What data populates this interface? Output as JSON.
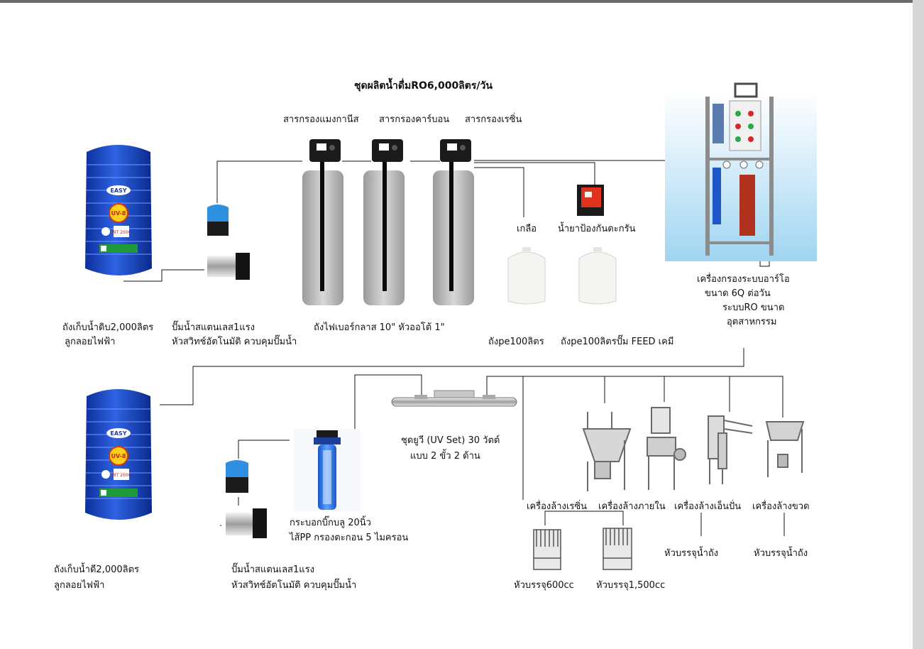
{
  "title": "ชุดผลิตน้ำดื่มRO6,000ลิตร/วัน",
  "filters": {
    "manganese": "สารกรองแมงกานีส",
    "carbon": "สารกรองคาร์บอน",
    "resin": "สารกรองเรซิ่น"
  },
  "raw_tank": {
    "line1": "ถังเก็บน้ำดิบ2,000ลิตร",
    "line2": "ลูกลอยไฟฟ้า",
    "brand": "EASY",
    "badge": "UV-8",
    "model": "WT 2000"
  },
  "pump1": {
    "line1": "ปั๊มน้ำสแตนเลส1แรง",
    "line2": "หัวสวิทช์อัตโนมัติ ควบคุมปั๊มน้ำ"
  },
  "fiber_tank": "ถังไฟเบอร์กลาส 10\" หัวออโต้ 1\"",
  "salt": "เกลือ",
  "antiscalant": "น้ำยาป้องกันตะกรัน",
  "pe_tank1": "ถังpe100ลิตร",
  "pe_tank2": "ถังpe100ลิตรปั๊ม FEED เคมี",
  "ro_unit": {
    "line1": "เครื่องกรองระบบอาร์โอ",
    "line2": "ขนาด 6Q ต่อวัน",
    "line3": "ระบบRO ขนาด",
    "line4": "อุตสาหกรรม"
  },
  "clean_tank": {
    "line1": "ถังเก็บน้ำดี2,000ลิตร",
    "line2": "ลูกลอยไฟฟ้า",
    "brand": "EASY",
    "badge": "UV-8",
    "model": "WT 2000"
  },
  "pump2": {
    "line1": "ปั๊มน้ำสแตนเลส1แรง",
    "line2": "หัวสวิทช์อัตโนมัติ ควบคุมปั๊มน้ำ"
  },
  "housing": {
    "line1": "กระบอกบิ๊กบลู 20นิ้ว",
    "line2": "ไส้PP กรองตะกอน 5 ไมครอน"
  },
  "uv": {
    "line1": "ชุดยูวี (UV Set) 30 วัตต์",
    "line2": "แบบ 2 ขั้ว 2 ด้าน"
  },
  "machines": {
    "resin_washer": "เครื่องล้างเรซิ่น",
    "inner_washer": "เครื่องล้างภายใน",
    "spin_washer": "เครื่องล้างเอ็นปั่น",
    "bottle_washer": "เครื่องล้างขวด"
  },
  "fillers": {
    "f600": "หัวบรรจุ600cc",
    "f1500": "หัวบรรจุ1,500cc",
    "tank1": "หัวบรรจุน้ำถัง",
    "tank2": "หัวบรรจุน้ำถัง"
  }
}
